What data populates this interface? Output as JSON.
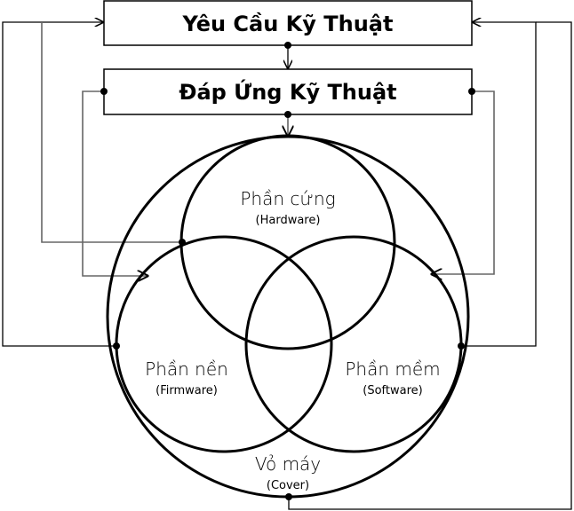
{
  "boxes": {
    "requirements": "Yêu Cầu Kỹ Thuật",
    "response": "Đáp Ứng Kỹ Thuật"
  },
  "circles": {
    "hardware": {
      "label": "Phần cứng",
      "sub": "(Hardware)"
    },
    "firmware": {
      "label": "Phần nền",
      "sub": "(Firmware)"
    },
    "software": {
      "label": "Phần mềm",
      "sub": "(Software)"
    },
    "cover": {
      "label": "Vỏ máy",
      "sub": "(Cover)"
    }
  }
}
